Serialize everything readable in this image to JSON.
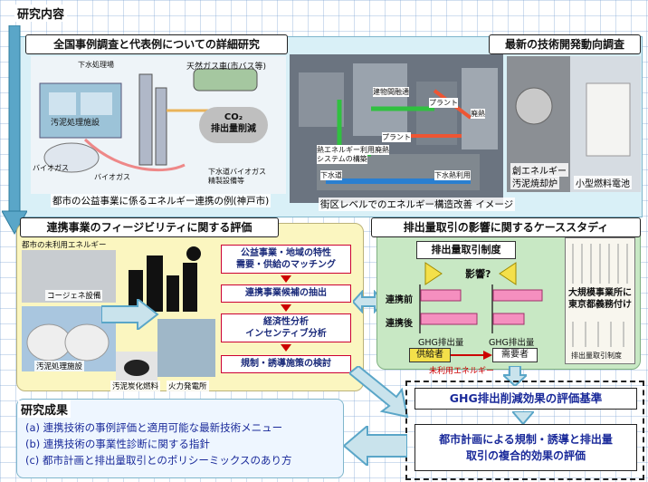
{
  "research_content": {
    "label": "研究内容"
  },
  "box_survey": {
    "title": "全国事例調査と代表例についての詳細研究",
    "caption": "都市の公益事業に係るエネルギー連携の例(神戸市)",
    "labels": {
      "sewage_plant": "下水処理場",
      "natural_gas_bus": "天然ガス車(市バス等)",
      "sludge": "汚泥処理施設",
      "co2_line1": "CO₂",
      "co2_line2": "排出量削減",
      "biogas": "バイオガス",
      "biogas2": "バイオガス",
      "refine_line1": "下水道バイオガス",
      "refine_line2": "精製設備等"
    }
  },
  "district": {
    "caption": "街区レベルでのエネルギー構造改善 イメージ",
    "labels": {
      "building": "建物間融通",
      "plant1": "プラント",
      "plant2": "プラント",
      "waste_heat1": "廃熱",
      "waste_heat2": "廃熱",
      "heat_system_line1": "熱エネルギー利用",
      "heat_system_line2": "システムの構築",
      "sewer": "下水道",
      "sewer_heat": "下水熱利用"
    }
  },
  "box_tech": {
    "title": "最新の技術開発動向調査",
    "cap1_line1": "創エネルギー",
    "cap1_line2": "汚泥焼却炉",
    "cap2": "小型燃料電池"
  },
  "box_feasibility": {
    "title": "連携事業のフィージビリティに関する評価",
    "unused_energy": "都市の未利用エネルギー",
    "cogeneration": "コージェネ設備",
    "sludge_facility": "汚泥処理施設",
    "sludge_fuel": "汚泥炭化燃料",
    "power_plant": "火力発電所",
    "steps": [
      [
        "公益事業・地域の特性",
        "需要・供給のマッチング"
      ],
      [
        "連携事業候補の抽出"
      ],
      [
        "経済性分析",
        "インセンティブ分析"
      ],
      [
        "規制・誘導施策の検討"
      ]
    ]
  },
  "box_emission": {
    "title": "排出量取引の影響に関するケーススタディ",
    "system": "排出量取引制度",
    "impact": "影響?",
    "before": "連携前",
    "after": "連携後",
    "ghg1": "GHG排出量",
    "ghg2": "GHG排出量",
    "supplier": "供給者",
    "demander": "需要者",
    "unused": "未利用エネルギー",
    "news_headline": "大規模事業所に東京都義務付け",
    "news_sub": "排出量取引制度"
  },
  "criteria": {
    "title": "GHG排出削減効果の評価基準",
    "eval_line1": "都市計画による規制・誘導と排出量",
    "eval_line2": "取引の複合的効果の評価"
  },
  "results": {
    "label": "研究成果",
    "items": [
      "(a) 連携技術の事例評価と適用可能な最新技術メニュー",
      "(b) 連携技術の事業性診断に関する指針",
      "(c) 都市計画と排出量取引とのポリシーミックスのあり方"
    ]
  },
  "colors": {
    "grid": "#a0c0e0",
    "top_panel": "#d9f0f7",
    "feasibility_panel": "#fbf6c0",
    "emission_panel": "#c8e8c4",
    "result_panel": "#eef6ff",
    "arrow_blue": "#5aa6c8",
    "accent_red": "#cc0000",
    "bar_pink": "#f58fbf"
  }
}
